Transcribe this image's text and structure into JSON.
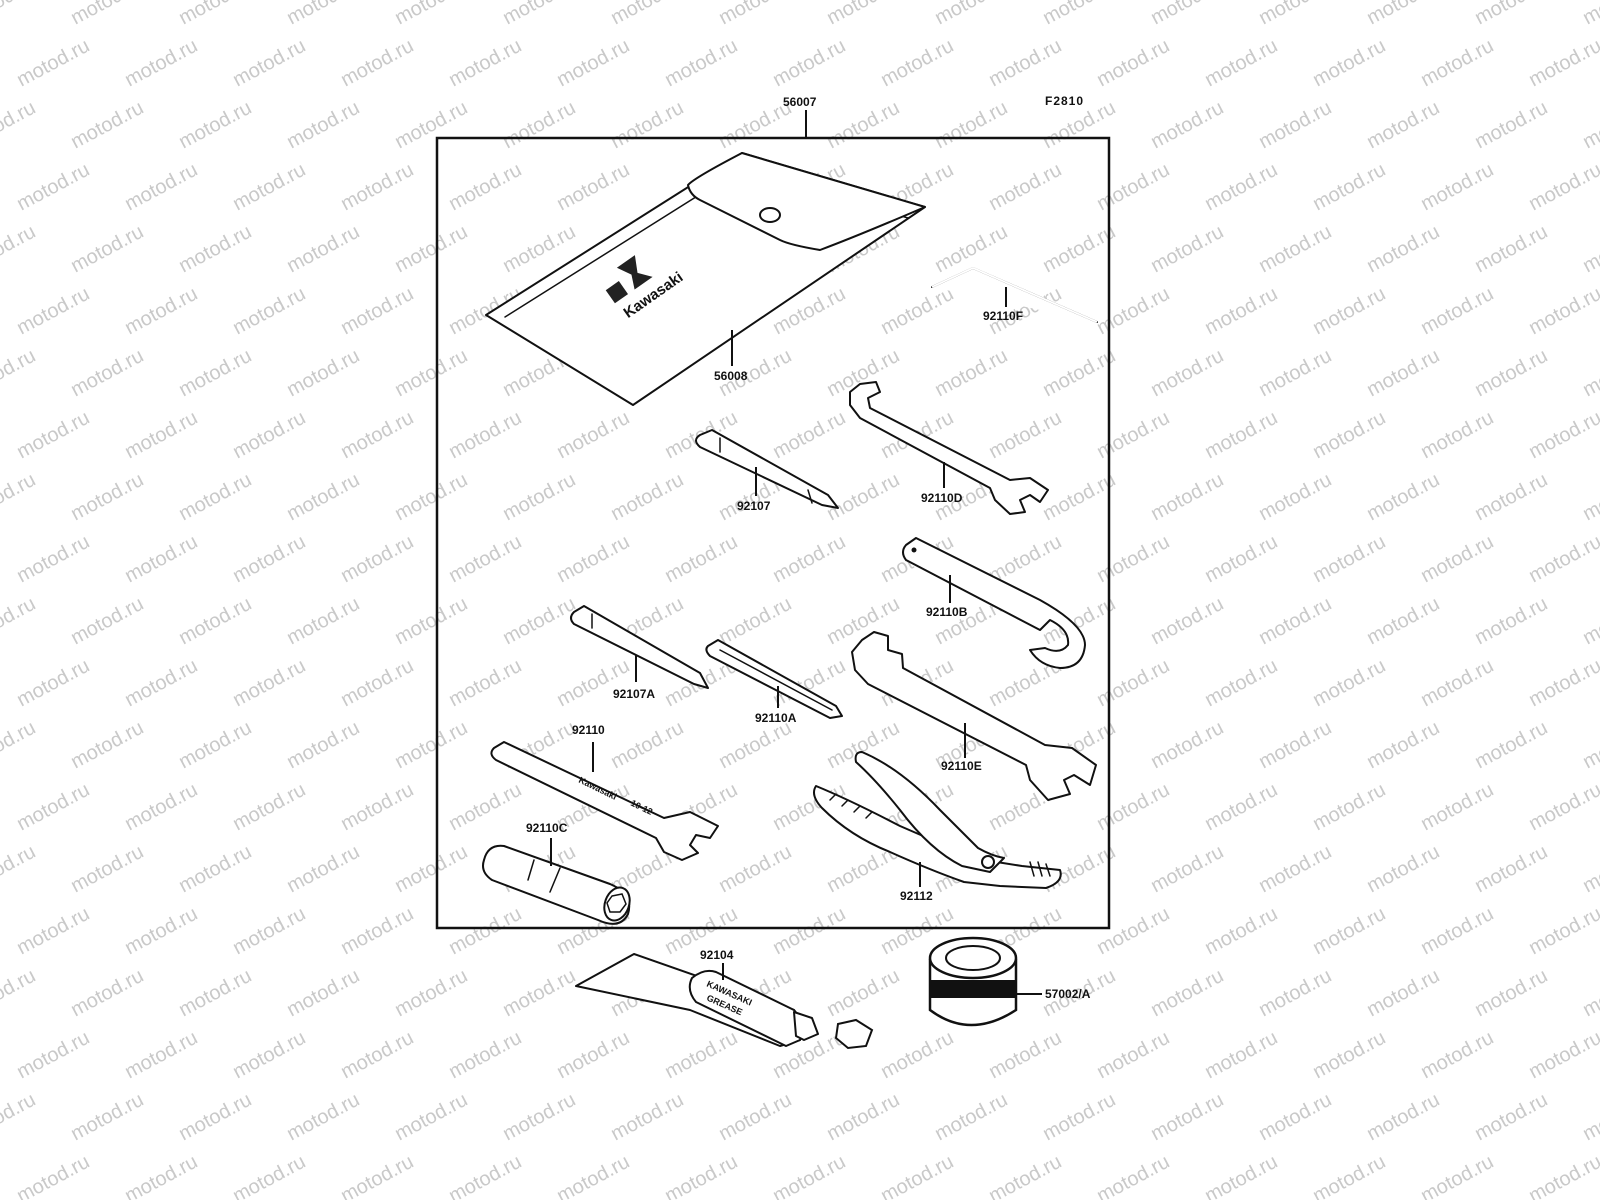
{
  "figure_code": "F2810",
  "watermark_text": "motod.ru",
  "parts": [
    {
      "id": "kit",
      "number": "56007"
    },
    {
      "id": "pouch",
      "number": "56008"
    },
    {
      "id": "hex-key",
      "number": "92110F"
    },
    {
      "id": "wrench-d",
      "number": "92110D"
    },
    {
      "id": "screwdriver",
      "number": "92107"
    },
    {
      "id": "hook-wrench",
      "number": "92110B"
    },
    {
      "id": "screwdriver-a",
      "number": "92107A"
    },
    {
      "id": "wrench-a",
      "number": "92110A"
    },
    {
      "id": "wrench-e",
      "number": "92110E"
    },
    {
      "id": "wrench",
      "number": "92110"
    },
    {
      "id": "socket",
      "number": "92110C"
    },
    {
      "id": "pliers",
      "number": "92112"
    },
    {
      "id": "grease-tube",
      "number": "92104"
    },
    {
      "id": "tape",
      "number": "57002/A"
    }
  ],
  "pouch_brand": "Kawasaki",
  "wrench_stamp": "Kawasaki",
  "wrench_size": "10-12",
  "tube_brand": "KAWASAKI",
  "tube_text": "GREASE"
}
